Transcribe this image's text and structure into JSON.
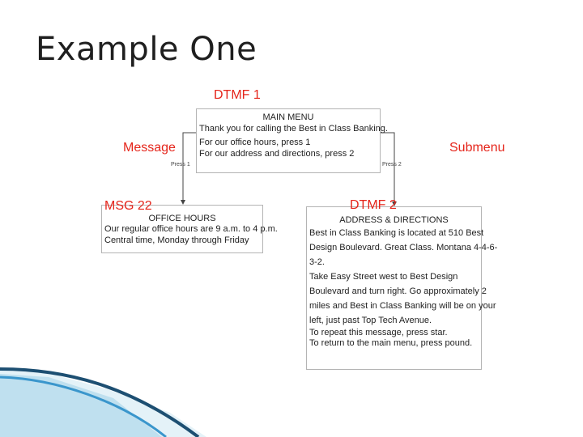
{
  "slide": {
    "title": "Example One",
    "labels": {
      "dtmf1": "DTMF 1",
      "message": "Message",
      "submenu": "Submenu",
      "msg22": "MSG 22",
      "dtmf2": "DTMF 2"
    }
  },
  "main_menu": {
    "title": "MAIN MENU",
    "lines": [
      "Thank you for calling the Best in Class Banking.",
      "For our office hours, press 1",
      "For our address and directions, press 2"
    ]
  },
  "press_labels": {
    "left": "Press 1",
    "right": "Press 2"
  },
  "office_hours": {
    "title": "OFFICE HOURS",
    "lines": [
      "Our regular office hours are 9 a.m. to 4 p.m.",
      "Central time, Monday through Friday"
    ]
  },
  "address": {
    "title": "ADDRESS & DIRECTIONS",
    "lines": [
      "Best in Class Banking is located at 510 Best",
      "Design Boulevard. Great Class. Montana 4-4-6-",
      "3-2.",
      "Take Easy Street west to Best Design",
      "Boulevard and turn right.  Go approximately 2",
      "miles and Best in Class Banking will be on your",
      "left, just past Top Tech Avenue.",
      "To repeat this message, press star.",
      "To return to the main menu, press pound."
    ]
  },
  "colors": {
    "label_red": "#e5251b",
    "accent_blue": "#3a96cc",
    "box_border": "#b4b4b4"
  }
}
